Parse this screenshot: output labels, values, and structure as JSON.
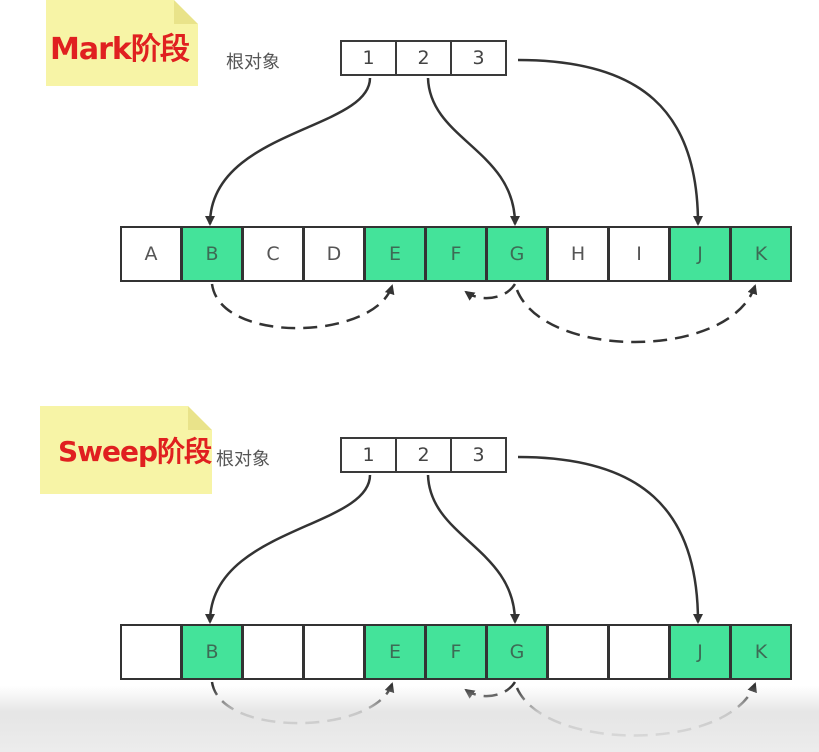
{
  "mark": {
    "title": "Mark阶段",
    "root_label": "根对象",
    "roots": [
      "1",
      "2",
      "3"
    ],
    "heap": [
      {
        "label": "A",
        "live": false
      },
      {
        "label": "B",
        "live": true
      },
      {
        "label": "C",
        "live": false
      },
      {
        "label": "D",
        "live": false
      },
      {
        "label": "E",
        "live": true
      },
      {
        "label": "F",
        "live": true
      },
      {
        "label": "G",
        "live": true
      },
      {
        "label": "H",
        "live": false
      },
      {
        "label": "I",
        "live": false
      },
      {
        "label": "J",
        "live": true
      },
      {
        "label": "K",
        "live": true
      }
    ]
  },
  "sweep": {
    "title": "Sweep阶段",
    "root_label": "根对象",
    "roots": [
      "1",
      "2",
      "3"
    ],
    "heap": [
      {
        "label": "",
        "live": false
      },
      {
        "label": "B",
        "live": true
      },
      {
        "label": "",
        "live": false
      },
      {
        "label": "",
        "live": false
      },
      {
        "label": "E",
        "live": true
      },
      {
        "label": "F",
        "live": true
      },
      {
        "label": "G",
        "live": true
      },
      {
        "label": "",
        "live": false
      },
      {
        "label": "",
        "live": false
      },
      {
        "label": "J",
        "live": true
      },
      {
        "label": "K",
        "live": true
      }
    ]
  },
  "colors": {
    "live": "#44e39a",
    "note": "#f7f4a6",
    "title": "#e02020",
    "arrow": "#333333"
  }
}
